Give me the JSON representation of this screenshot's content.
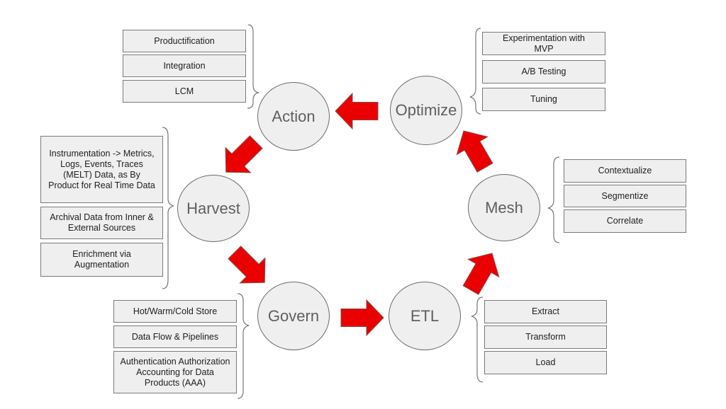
{
  "diagram": {
    "type": "cycle",
    "arrow_color": "#ea0000",
    "stages": [
      {
        "id": "action",
        "label": "Action",
        "items": [
          "Productification",
          "Integration",
          "LCM"
        ]
      },
      {
        "id": "harvest",
        "label": "Harvest",
        "items": [
          "Instrumentation -> Metrics, Logs, Events, Traces (MELT) Data, as By Product for Real Time Data",
          "Archival Data from Inner & External Sources",
          "Enrichment via Augmentation"
        ]
      },
      {
        "id": "govern",
        "label": "Govern",
        "items": [
          "Hot/Warm/Cold Store",
          "Data Flow & Pipelines",
          "Authentication Authorization Accounting for Data Products (AAA)"
        ]
      },
      {
        "id": "etl",
        "label": "ETL",
        "items": [
          "Extract",
          "Transform",
          "Load"
        ]
      },
      {
        "id": "mesh",
        "label": "Mesh",
        "items": [
          "Contextualize",
          "Segmentize",
          "Correlate"
        ]
      },
      {
        "id": "optimize",
        "label": "Optimize",
        "items": [
          "Experimentation with MVP",
          "A/B Testing",
          "Tuning"
        ]
      }
    ],
    "flow": [
      {
        "from": "action",
        "to": "harvest"
      },
      {
        "from": "harvest",
        "to": "govern"
      },
      {
        "from": "govern",
        "to": "etl"
      },
      {
        "from": "etl",
        "to": "mesh"
      },
      {
        "from": "mesh",
        "to": "optimize"
      },
      {
        "from": "optimize",
        "to": "action"
      }
    ]
  }
}
